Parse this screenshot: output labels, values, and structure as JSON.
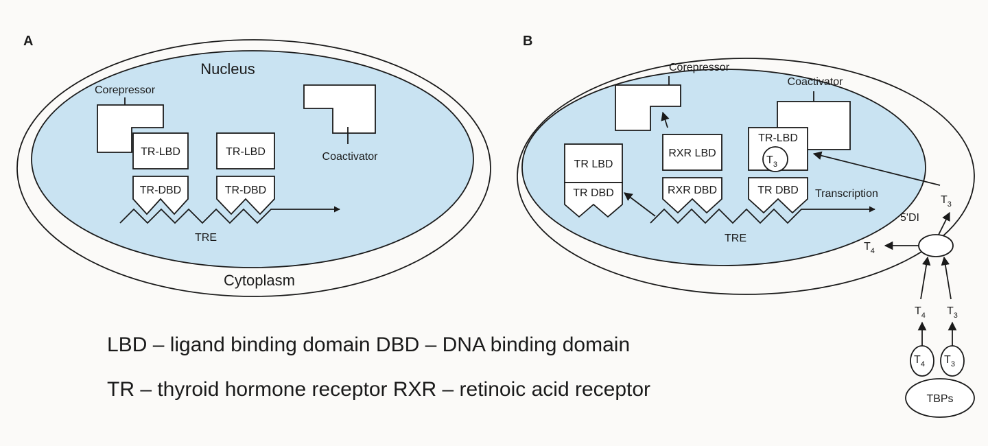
{
  "panel_a": {
    "letter": "A",
    "nucleus": "Nucleus",
    "cytoplasm": "Cytoplasm",
    "corepressor": "Corepressor",
    "coactivator": "Coactivator",
    "lbd_1": "TR-LBD",
    "lbd_2": "TR-LBD",
    "dbd_1": "TR-DBD",
    "dbd_2": "TR-DBD",
    "tre": "TRE"
  },
  "panel_b": {
    "letter": "B",
    "corepressor": "Corepressor",
    "coactivator": "Coactivator",
    "tr_lbd": "TR LBD",
    "tr_dbd": "TR DBD",
    "rxr_lbd": "RXR LBD",
    "rxr_dbd": "RXR DBD",
    "tr_lbd_bound": "TR-LBD",
    "tr_dbd_2": "TR DBD",
    "t3_bound": "T",
    "t3_bound_sub": "3",
    "transcription": "Transcription",
    "tre": "TRE",
    "t3_label": "T",
    "t3_label_sub": "3",
    "enzyme": "5'DI",
    "t4_out": "T",
    "t4_out_sub": "4",
    "t4_in": "T",
    "t4_in_sub": "4",
    "t3_in": "T",
    "t3_in_sub": "3",
    "t4_bp": "T",
    "t4_bp_sub": "4",
    "t3_bp": "T",
    "t3_bp_sub": "3",
    "tbps": "TBPs"
  },
  "legend": {
    "line1": "LBD – ligand binding domain  DBD – DNA binding domain",
    "line2": "TR – thyroid hormone receptor  RXR – retinoic acid receptor"
  },
  "colors": {
    "nucleus_fill": "#c9e3f2",
    "ink": "#1a1a1a",
    "background": "#fbfaf8"
  }
}
